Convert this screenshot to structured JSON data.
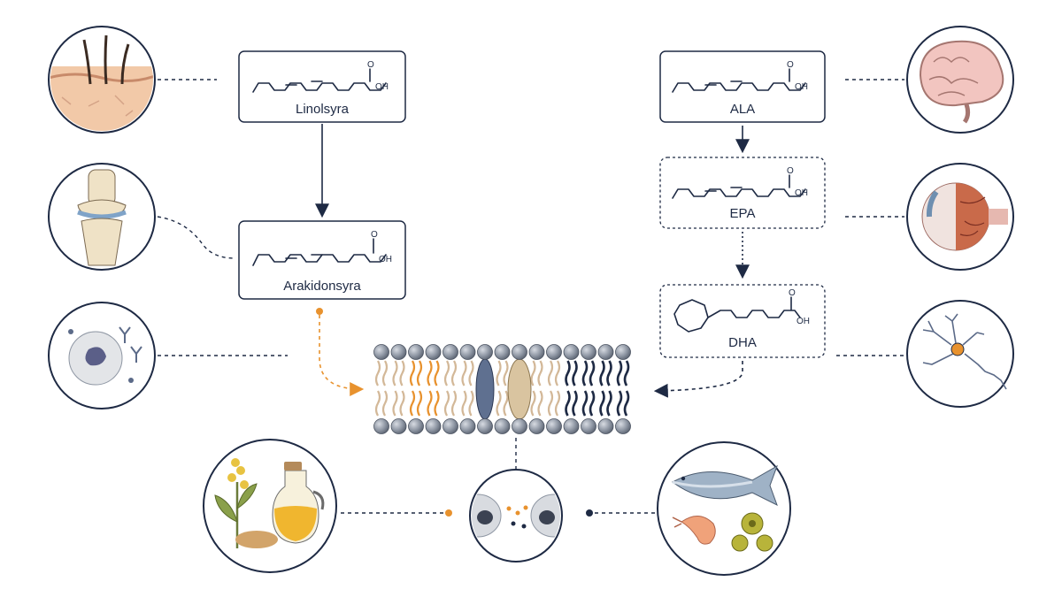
{
  "molecules": {
    "linolsyra": "Linolsyra",
    "arakidonsyra": "Arakidonsyra",
    "ala": "ALA",
    "epa": "EPA",
    "dha": "DHA"
  },
  "chem_labels": {
    "oxygen": "O",
    "hydroxyl": "OH"
  },
  "colors": {
    "navy": "#1e2a44",
    "omega6_orange": "#e8922e",
    "omega3_navy": "#1e2a44",
    "bead_gray": "#8e96a3"
  },
  "icons": [
    "skin-hair-icon",
    "knee-joint-icon",
    "immune-cell-icon",
    "brain-icon",
    "eye-icon",
    "neuron-icon",
    "rapeseed-oil-icon",
    "cell-signaling-icon",
    "fish-seafood-algae-icon"
  ]
}
